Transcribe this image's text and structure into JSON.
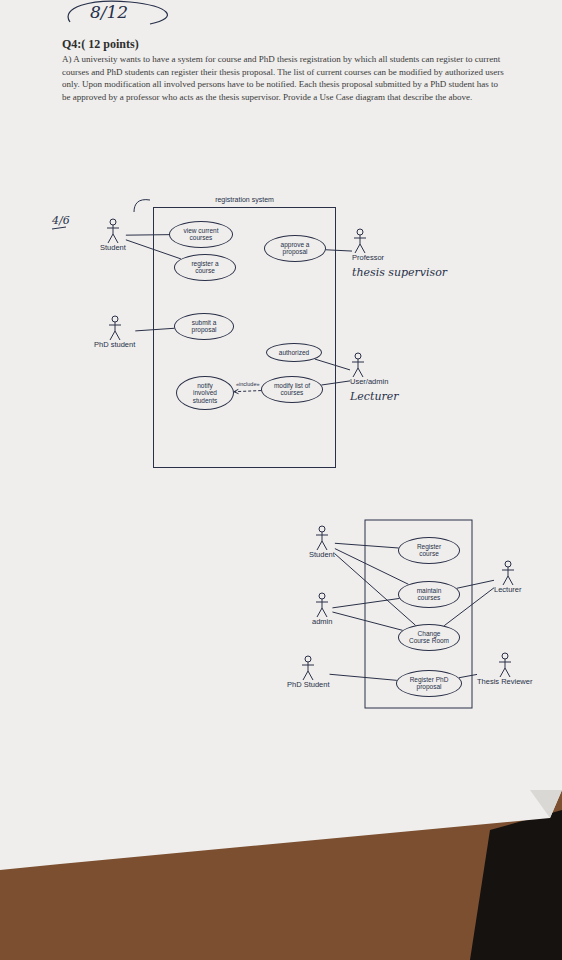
{
  "diagram": {
    "title": "Q4:( 12 points)",
    "nodes": [
      {
        "text": [
          "Student"
        ]
      },
      {
        "text": [
          "registration system"
        ]
      },
      {
        "text": [
          "view current courses"
        ],
        "in": 1
      },
      {
        "text": [
          "register a course"
        ],
        "in": 1
      },
      {
        "text": [
          "approve a proposal"
        ],
        "in": 1
      },
      {
        "text": [
          "Professor",
          "thesis supervisor"
        ]
      },
      {
        "text": [
          "PhD student"
        ]
      },
      {
        "text": [
          "submit a proposal"
        ],
        "in": 1
      },
      {
        "text": [
          "authorized"
        ],
        "in": 1
      },
      {
        "text": [
          "User/admin",
          "Lecturer"
        ]
      },
      {
        "text": [
          "notify involved students"
        ],
        "in": 1
      },
      {
        "text": [
          "modify list of courses"
        ],
        "in": 1
      },
      {
        "text": [
          "Student"
        ]
      },
      {
        "text": [
          "Register course"
        ]
      },
      {
        "text": [
          "Lecturer"
        ]
      },
      {
        "text": [
          "maintain courses"
        ]
      },
      {
        "text": [
          "admin"
        ]
      },
      {
        "text": [
          "Change Course Room"
        ]
      },
      {
        "text": [
          "PhD Student"
        ]
      },
      {
        "text": [
          "Register PhD proposal"
        ]
      },
      {
        "text": [
          "Thesis Reviewer"
        ]
      }
    ],
    "edges": [
      {
        "from": 0,
        "to": 2,
        "arrow": "none"
      },
      {
        "from": 0,
        "to": 3,
        "arrow": "none"
      },
      {
        "from": 5,
        "to": 4,
        "arrow": "none"
      },
      {
        "from": 6,
        "to": 7,
        "arrow": "none"
      },
      {
        "from": 9,
        "to": 8,
        "arrow": "none"
      },
      {
        "from": 9,
        "to": 11,
        "arrow": "none"
      },
      {
        "from": 11,
        "to": 10,
        "label": "«include»",
        "arrow": "to"
      },
      {
        "from": 12,
        "to": 13,
        "arrow": "none"
      },
      {
        "from": 12,
        "to": 15,
        "arrow": "none"
      },
      {
        "from": 12,
        "to": 17,
        "arrow": "none"
      },
      {
        "from": 16,
        "to": 15,
        "arrow": "none"
      },
      {
        "from": 16,
        "to": 17,
        "arrow": "none"
      },
      {
        "from": 14,
        "to": 15,
        "arrow": "none"
      },
      {
        "from": 14,
        "to": 17,
        "arrow": "none"
      },
      {
        "from": 18,
        "to": 19,
        "arrow": "none"
      },
      {
        "from": 20,
        "to": 19,
        "arrow": "none"
      }
    ],
    "labels": [
      "8/12",
      "A) A university wants to have a system for course and PhD thesis registration by which all students can register to current courses and PhD students can register their thesis proposal. The list of current courses can be modified by authorized users only. Upon modification all involved persons have to be notified. Each thesis proposal submitted by a PhD student has to be approved by a professor who acts as the thesis supervisor. Provide a Use Case diagram that describe the above.",
      "4/6"
    ]
  }
}
